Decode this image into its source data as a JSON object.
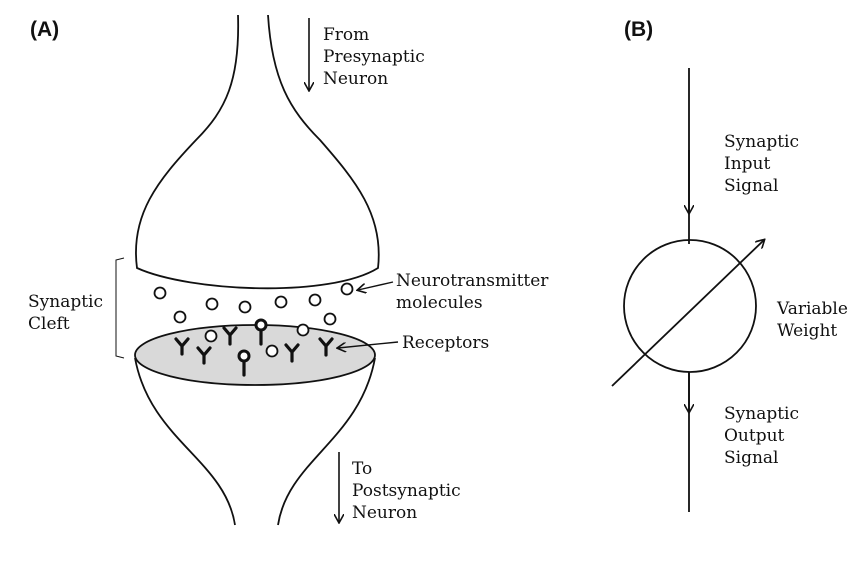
{
  "panel_a": {
    "label": "(A)",
    "from_presynaptic": [
      "From",
      "Presynaptic",
      "Neuron"
    ],
    "synaptic_cleft": [
      "Synaptic",
      "Cleft"
    ],
    "neurotransmitter": [
      "Neurotransmitter",
      "molecules"
    ],
    "receptors": "Receptors",
    "to_postsynaptic": [
      "To",
      "Postsynaptic",
      "Neuron"
    ]
  },
  "panel_b": {
    "label": "(B)",
    "input": [
      "Synaptic",
      "Input",
      "Signal"
    ],
    "weight": [
      "Variable",
      "Weight"
    ],
    "output": [
      "Synaptic",
      "Output",
      "Signal"
    ]
  },
  "colors": {
    "stroke": "#111111",
    "postsynaptic_fill": "#d9d9d9",
    "background": "#ffffff"
  }
}
